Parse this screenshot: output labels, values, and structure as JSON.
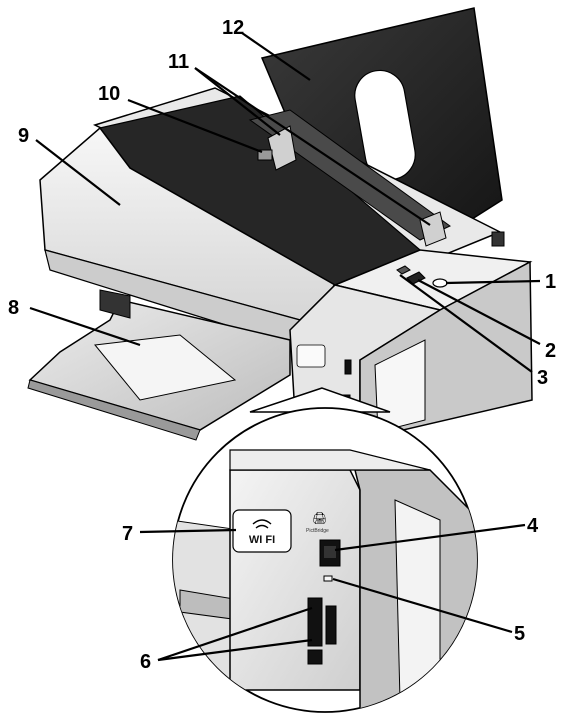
{
  "callouts": [
    {
      "id": "1",
      "label": "1"
    },
    {
      "id": "2",
      "label": "2"
    },
    {
      "id": "3",
      "label": "3"
    },
    {
      "id": "4",
      "label": "4"
    },
    {
      "id": "5",
      "label": "5"
    },
    {
      "id": "6",
      "label": "6"
    },
    {
      "id": "7",
      "label": "7"
    },
    {
      "id": "8",
      "label": "8"
    },
    {
      "id": "9",
      "label": "9"
    },
    {
      "id": "10",
      "label": "10"
    },
    {
      "id": "11",
      "label": "11"
    },
    {
      "id": "12",
      "label": "12"
    }
  ],
  "logos": {
    "wifi": "WI FI",
    "pictbridge": "PictBridge"
  },
  "colors": {
    "body_light": "#f2f2f2",
    "body_mid": "#d9d9d9",
    "body_shadow": "#b3b3b3",
    "dark_panel": "#1f1f1f",
    "paper_support": "#2a2a2a",
    "outline": "#000000"
  }
}
